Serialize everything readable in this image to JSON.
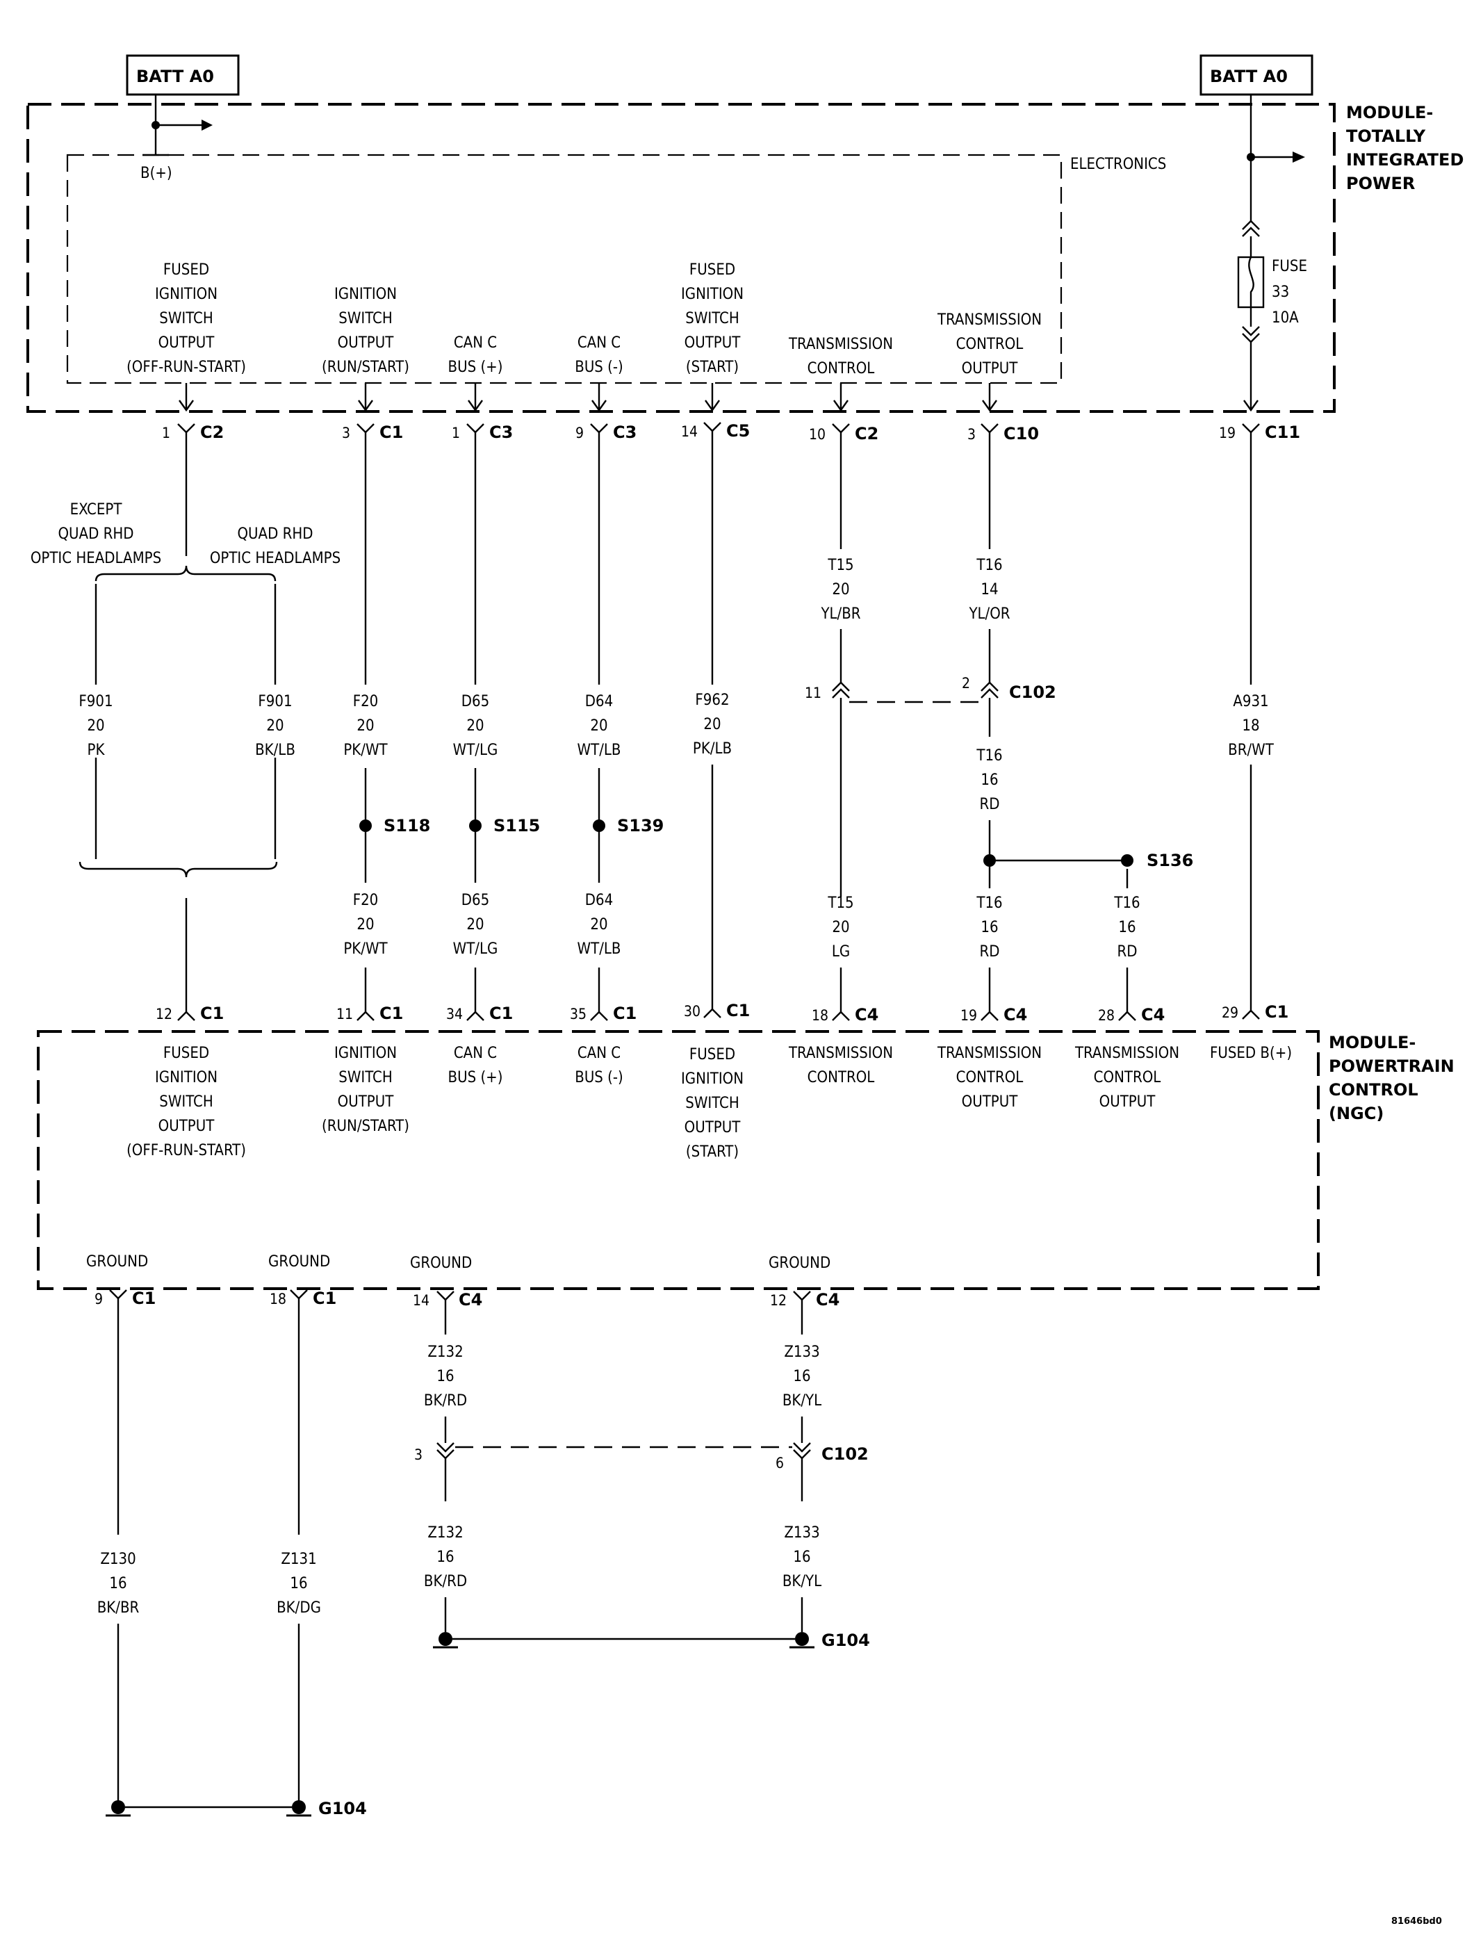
{
  "batt_left": "BATT A0",
  "batt_right": "BATT A0",
  "bplus": "B(+)",
  "electronics": "ELECTRONICS",
  "tipm": {
    "l1": "MODULE-",
    "l2": "TOTALLY",
    "l3": "INTEGRATED",
    "l4": "POWER"
  },
  "fuse": {
    "l1": "FUSE",
    "l2": "33",
    "l3": "10A"
  },
  "tipm_pins": {
    "p1": [
      "FUSED",
      "IGNITION",
      "SWITCH",
      "OUTPUT",
      "(OFF-RUN-START)"
    ],
    "p2": [
      "IGNITION",
      "SWITCH",
      "OUTPUT",
      "(RUN/START)"
    ],
    "p3": [
      "CAN C",
      "BUS (+)"
    ],
    "p4": [
      "CAN C",
      "BUS (-)"
    ],
    "p5": [
      "FUSED",
      "IGNITION",
      "SWITCH",
      "OUTPUT",
      "(START)"
    ],
    "p6": [
      "TRANSMISSION",
      "CONTROL"
    ],
    "p7": [
      "TRANSMISSION",
      "CONTROL",
      "OUTPUT"
    ]
  },
  "top_conn": {
    "c1": {
      "pin": "1",
      "conn": "C2"
    },
    "c2": {
      "pin": "3",
      "conn": "C1"
    },
    "c3": {
      "pin": "1",
      "conn": "C3"
    },
    "c4": {
      "pin": "9",
      "conn": "C3"
    },
    "c5": {
      "pin": "14",
      "conn": "C5"
    },
    "c6": {
      "pin": "10",
      "conn": "C2"
    },
    "c7": {
      "pin": "3",
      "conn": "C10"
    },
    "c8": {
      "pin": "19",
      "conn": "C11"
    }
  },
  "branch": {
    "left": [
      "EXCEPT",
      "QUAD RHD",
      "OPTIC HEADLAMPS"
    ],
    "right": [
      "QUAD RHD",
      "OPTIC HEADLAMPS"
    ]
  },
  "wires": {
    "f901a": [
      "F901",
      "20",
      "PK"
    ],
    "f901b": [
      "F901",
      "20",
      "BK/LB"
    ],
    "f20a": [
      "F20",
      "20",
      "PK/WT"
    ],
    "d65a": [
      "D65",
      "20",
      "WT/LG"
    ],
    "d64a": [
      "D64",
      "20",
      "WT/LB"
    ],
    "f962": [
      "F962",
      "20",
      "PK/LB"
    ],
    "t15a": [
      "T15",
      "20",
      "YL/BR"
    ],
    "t16a": [
      "T16",
      "14",
      "YL/OR"
    ],
    "a931": [
      "A931",
      "18",
      "BR/WT"
    ],
    "t16b": [
      "T16",
      "16",
      "RD"
    ],
    "f20b": [
      "F20",
      "20",
      "PK/WT"
    ],
    "d65b": [
      "D65",
      "20",
      "WT/LG"
    ],
    "d64b": [
      "D64",
      "20",
      "WT/LB"
    ],
    "t15b": [
      "T15",
      "20",
      "LG"
    ],
    "t16c": [
      "T16",
      "16",
      "RD"
    ],
    "t16d": [
      "T16",
      "16",
      "RD"
    ],
    "z132a": [
      "Z132",
      "16",
      "BK/RD"
    ],
    "z133a": [
      "Z133",
      "16",
      "BK/YL"
    ],
    "z132b": [
      "Z132",
      "16",
      "BK/RD"
    ],
    "z133b": [
      "Z133",
      "16",
      "BK/YL"
    ],
    "z130": [
      "Z130",
      "16",
      "BK/BR"
    ],
    "z131": [
      "Z131",
      "16",
      "BK/DG"
    ]
  },
  "splices": {
    "s118": "S118",
    "s115": "S115",
    "s139": "S139",
    "s136": "S136"
  },
  "c102_top": {
    "pin_left": "11",
    "pin_right": "2",
    "name": "C102"
  },
  "c102_bot": {
    "pin_left": "3",
    "pin_right": "6",
    "name": "C102"
  },
  "pcm_conn": {
    "a": {
      "pin": "12",
      "conn": "C1"
    },
    "b": {
      "pin": "11",
      "conn": "C1"
    },
    "c": {
      "pin": "34",
      "conn": "C1"
    },
    "d": {
      "pin": "35",
      "conn": "C1"
    },
    "e": {
      "pin": "30",
      "conn": "C1"
    },
    "f": {
      "pin": "18",
      "conn": "C4"
    },
    "g": {
      "pin": "19",
      "conn": "C4"
    },
    "h": {
      "pin": "28",
      "conn": "C4"
    },
    "i": {
      "pin": "29",
      "conn": "C1"
    }
  },
  "pcm_pins": {
    "a": [
      "FUSED",
      "IGNITION",
      "SWITCH",
      "OUTPUT",
      "(OFF-RUN-START)"
    ],
    "b": [
      "IGNITION",
      "SWITCH",
      "OUTPUT",
      "(RUN/START)"
    ],
    "c": [
      "CAN C",
      "BUS (+)"
    ],
    "d": [
      "CAN C",
      "BUS (-)"
    ],
    "e": [
      "FUSED",
      "IGNITION",
      "SWITCH",
      "OUTPUT",
      "(START)"
    ],
    "f": [
      "TRANSMISSION",
      "CONTROL"
    ],
    "g": [
      "TRANSMISSION",
      "CONTROL",
      "OUTPUT"
    ],
    "h": [
      "TRANSMISSION",
      "CONTROL",
      "OUTPUT"
    ],
    "i": [
      "FUSED B(+)"
    ]
  },
  "pcm": {
    "l1": "MODULE-",
    "l2": "POWERTRAIN",
    "l3": "CONTROL",
    "l4": "(NGC)"
  },
  "grounds": {
    "g1": {
      "label": "GROUND",
      "pin": "9",
      "conn": "C1"
    },
    "g2": {
      "label": "GROUND",
      "pin": "18",
      "conn": "C1"
    },
    "g3": {
      "label": "GROUND",
      "pin": "14",
      "conn": "C4"
    },
    "g4": {
      "label": "GROUND",
      "pin": "12",
      "conn": "C4"
    }
  },
  "g104_top": "G104",
  "g104_bot": "G104",
  "figure_id": "81646bd0"
}
